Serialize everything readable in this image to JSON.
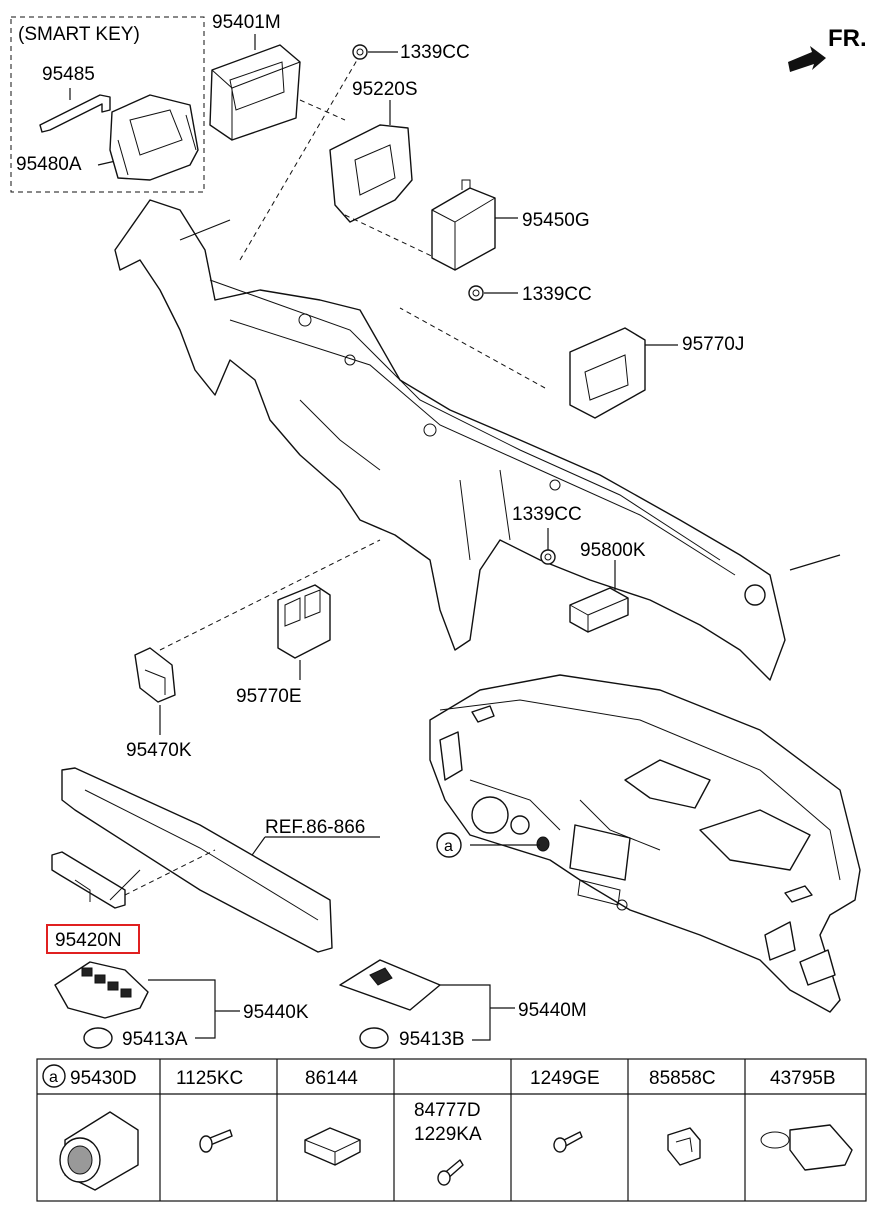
{
  "direction": "FR.",
  "smart_key_group": {
    "title": "(SMART KEY)",
    "part_a": "95485",
    "part_b": "95480A"
  },
  "callouts": {
    "p95401M": "95401M",
    "p1339CC_top": "1339CC",
    "p95220S": "95220S",
    "p95450G": "95450G",
    "p1339CC_mid": "1339CC",
    "p95770J": "95770J",
    "p1339CC_low": "1339CC",
    "p95800K": "95800K",
    "p95770E": "95770E",
    "p95470K": "95470K",
    "ref": "REF.86-866",
    "p95420N": "95420N",
    "p95440K": "95440K",
    "p95413A": "95413A",
    "p95440M": "95440M",
    "p95413B": "95413B",
    "marker_a": "a"
  },
  "parts_table": {
    "marker": "a",
    "columns": [
      "95430D",
      "1125KC",
      "86144",
      "",
      "1249GE",
      "85858C",
      "43795B"
    ],
    "inner_labels": [
      "84777D",
      "1229KA"
    ]
  },
  "highlight_color": "#e02020"
}
